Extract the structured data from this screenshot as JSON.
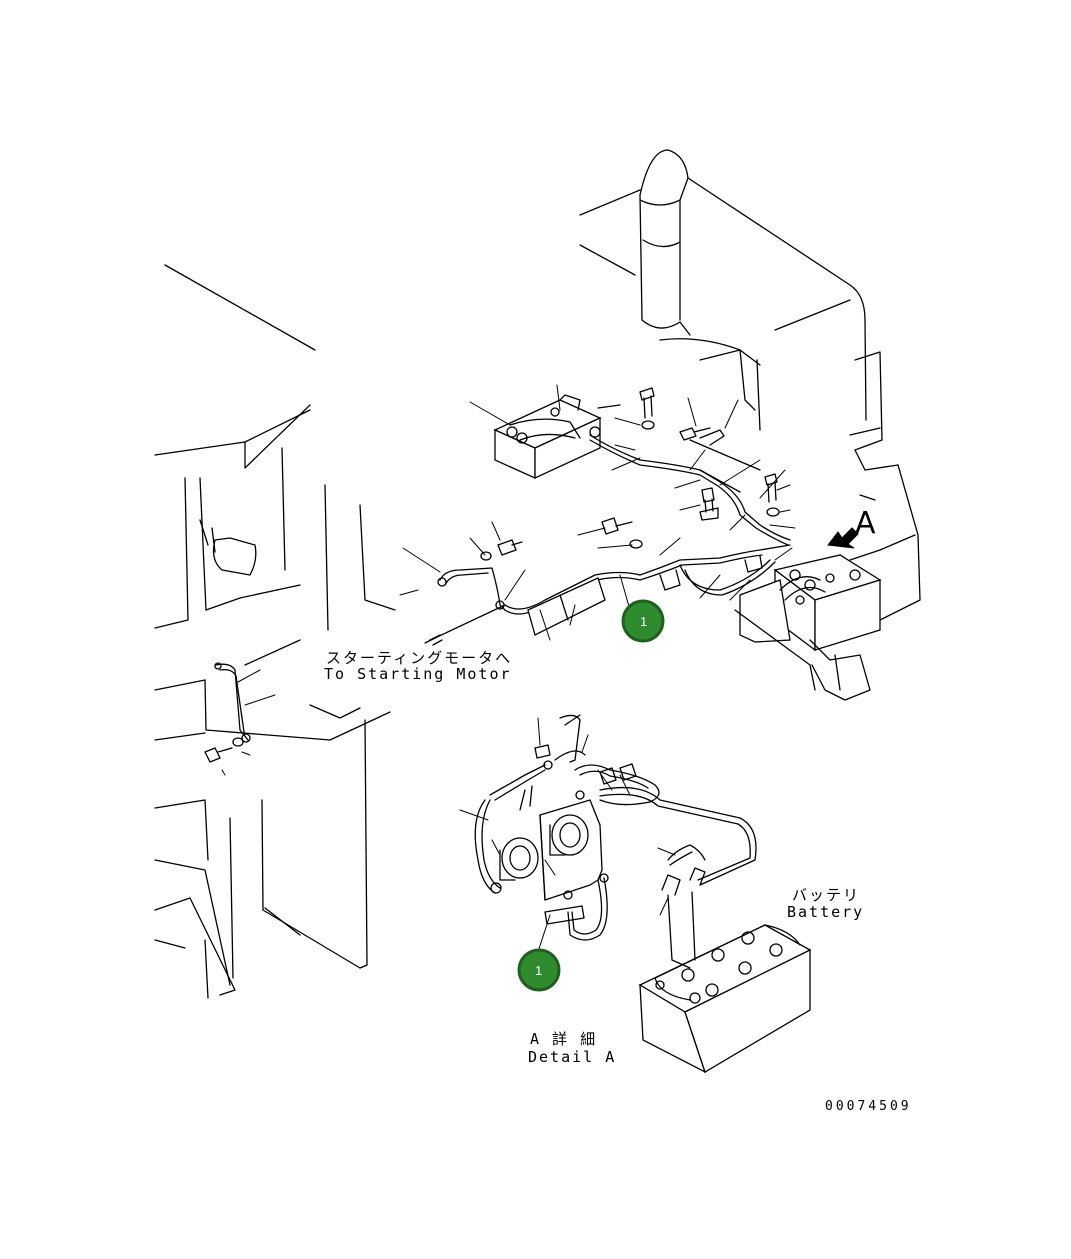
{
  "labels": {
    "starting_motor_jp": "スターティングモータへ",
    "starting_motor_en": "To Starting Motor",
    "battery_jp": "バッテリ",
    "battery_en": "Battery",
    "detail_jp": "A 詳 細",
    "detail_en": "Detail A",
    "view_letter": "A",
    "drawing_number": "00074509"
  },
  "callouts": [
    {
      "id": "callout-1-main",
      "number": "1"
    },
    {
      "id": "callout-1-detail",
      "number": "1"
    }
  ],
  "colors": {
    "callout_fill": "#2e8b2e",
    "callout_ring": "#1f5f1f",
    "line": "#000000",
    "background": "#ffffff"
  }
}
